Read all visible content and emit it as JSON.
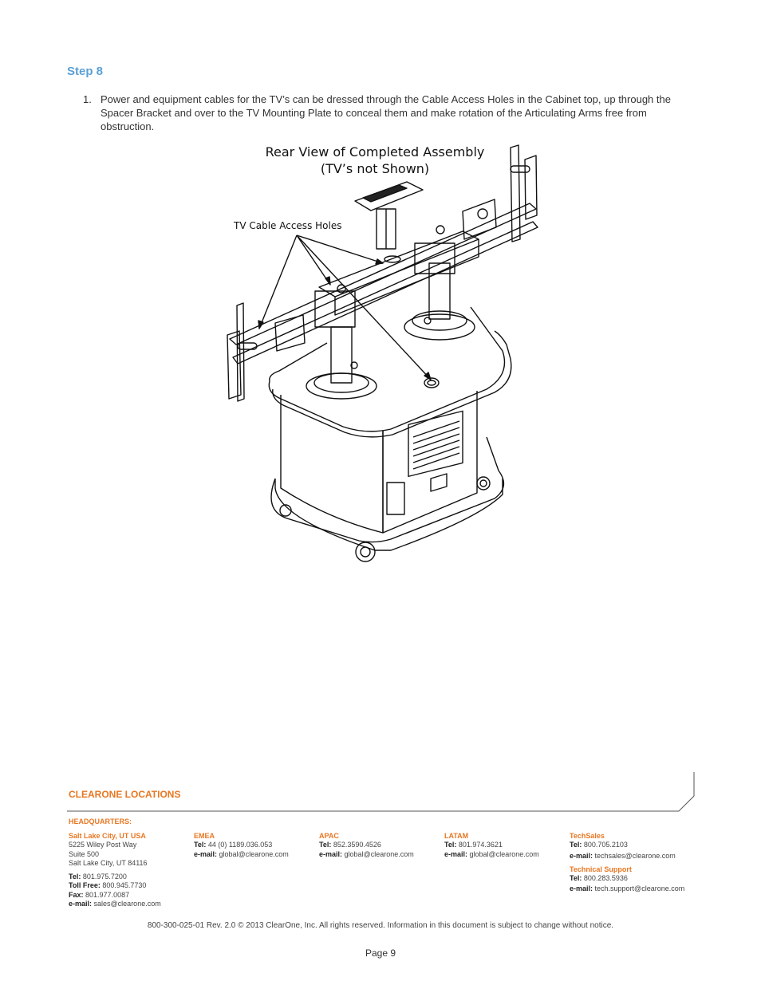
{
  "step": {
    "heading": "Step 8",
    "item_number": "1.",
    "item_text": "Power and equipment cables for the TV’s can be dressed through the Cable Access Holes in the Cabinet top, up through the Spacer Bracket and over to the TV Mounting Plate to conceal them and make rotation of the Articulating Arms free from obstruction."
  },
  "figure": {
    "title_line1": "Rear View of Completed Assembly",
    "title_line2": "(TV’s not Shown)",
    "callout": "TV Cable Access Holes"
  },
  "footer": {
    "title": "CLEARONE LOCATIONS",
    "hq_label": "HEADQUARTERS:",
    "hq": {
      "city": "Salt Lake City, UT USA",
      "address1": "5225 Wiley Post Way",
      "address2": "Suite 500",
      "address3": "Salt Lake City, UT 84116",
      "tel_label": "Tel:",
      "tel": "801.975.7200",
      "tollfree_label": "Toll Free:",
      "tollfree": "800.945.7730",
      "fax_label": "Fax:",
      "fax": "801.977.0087",
      "email_label": "e-mail:",
      "email": "sales@clearone.com"
    },
    "emea": {
      "name": "EMEA",
      "tel_label": "Tel:",
      "tel": "44 (0) 1189.036.053",
      "email_label": "e-mail:",
      "email": "global@clearone.com"
    },
    "apac": {
      "name": "APAC",
      "tel_label": "Tel:",
      "tel": "852.3590.4526",
      "email_label": "e-mail:",
      "email": "global@clearone.com"
    },
    "latam": {
      "name": "LATAM",
      "tel_label": "Tel:",
      "tel": "801.974.3621",
      "email_label": "e-mail:",
      "email": "global@clearone.com"
    },
    "techsales": {
      "name": "TechSales",
      "tel_label": "Tel:",
      "tel": "800.705.2103",
      "email_label": "e-mail:",
      "email": "techsales@clearone.com"
    },
    "support": {
      "name": "Technical Support",
      "tel_label": "Tel:",
      "tel": "800.283.5936",
      "email_label": "e-mail:",
      "email": "tech.support@clearone.com"
    },
    "copyright": "800-300-025-01 Rev. 2.0 © 2013 ClearOne, Inc. All rights reserved. Information in this document is subject to change without notice.",
    "page": "Page 9"
  },
  "colors": {
    "accent_orange": "#e87722",
    "heading_blue": "#5aa0d6"
  }
}
